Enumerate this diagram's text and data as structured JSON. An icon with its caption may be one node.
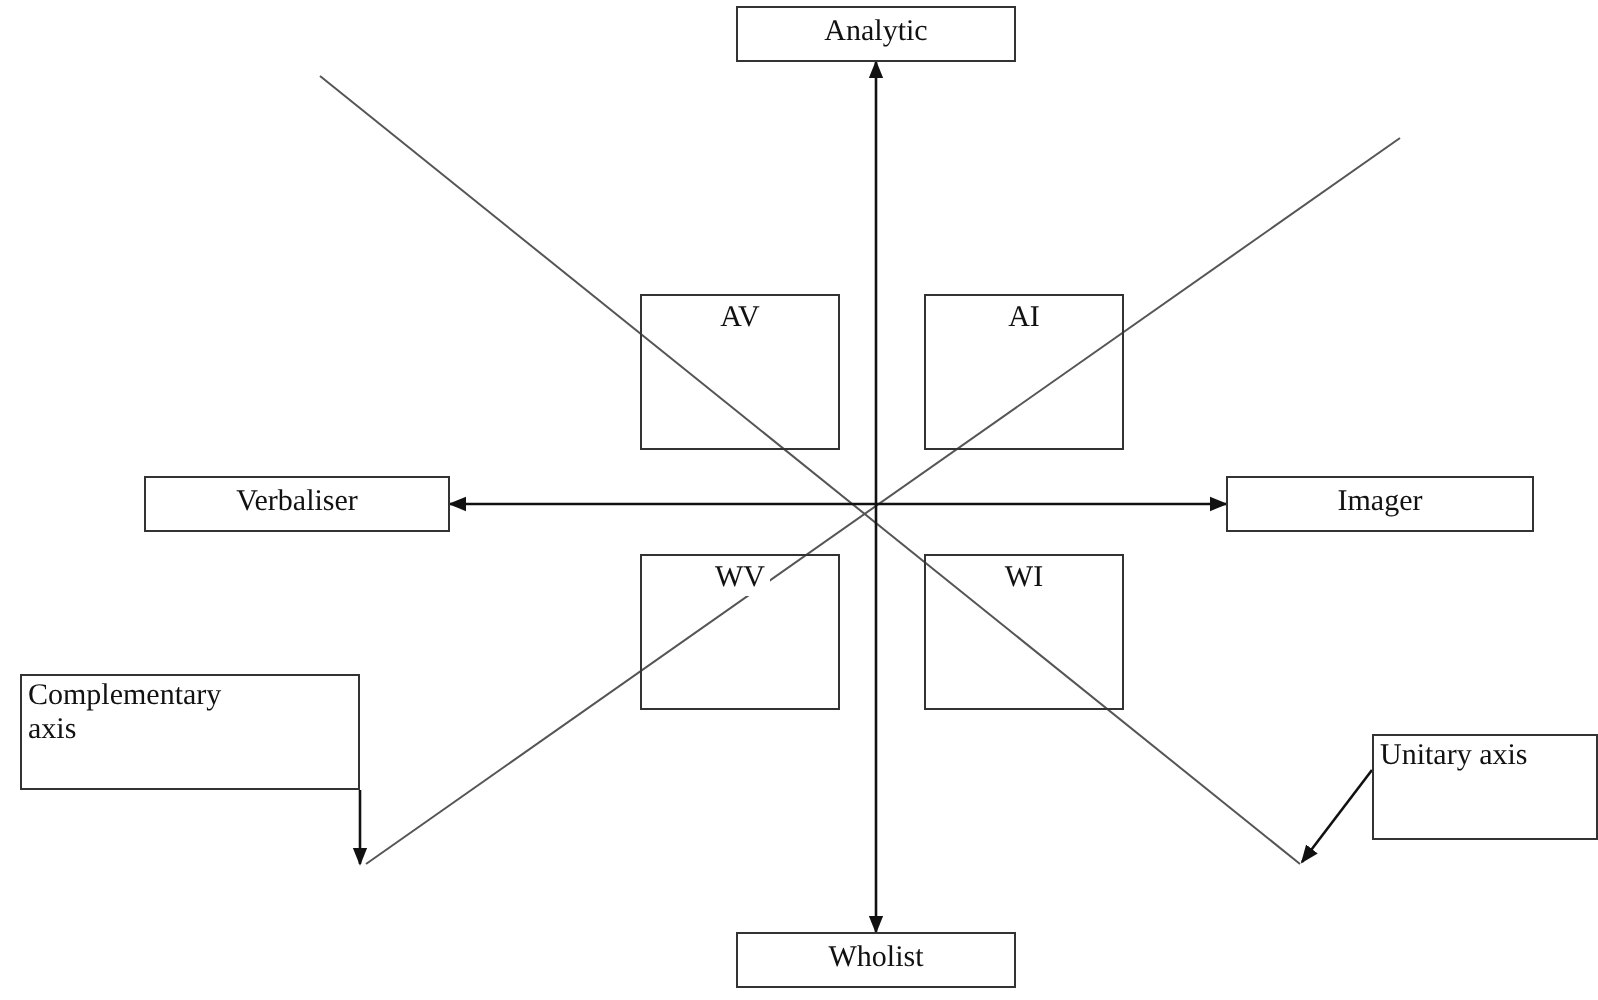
{
  "diagram": {
    "nodes": [
      {
        "text": [
          "Analytic"
        ]
      },
      {
        "text": [
          "Verbaliser"
        ]
      },
      {
        "text": [
          "Imager"
        ]
      },
      {
        "text": [
          "AV"
        ]
      },
      {
        "text": [
          "AI"
        ]
      },
      {
        "text": [
          "WV"
        ]
      },
      {
        "text": [
          "WI"
        ]
      },
      {
        "text": [
          "Wholist"
        ]
      },
      {
        "text": [
          "Complementary axis"
        ]
      },
      {
        "text": [
          "Unitary axis"
        ]
      }
    ],
    "edges": [
      {
        "from": 0,
        "to": 7,
        "arrow": "both"
      },
      {
        "from": 1,
        "to": 2,
        "arrow": "both"
      },
      {
        "from": 8,
        "to": null,
        "arrow": "to"
      },
      {
        "from": 9,
        "to": null,
        "arrow": "to"
      }
    ]
  }
}
